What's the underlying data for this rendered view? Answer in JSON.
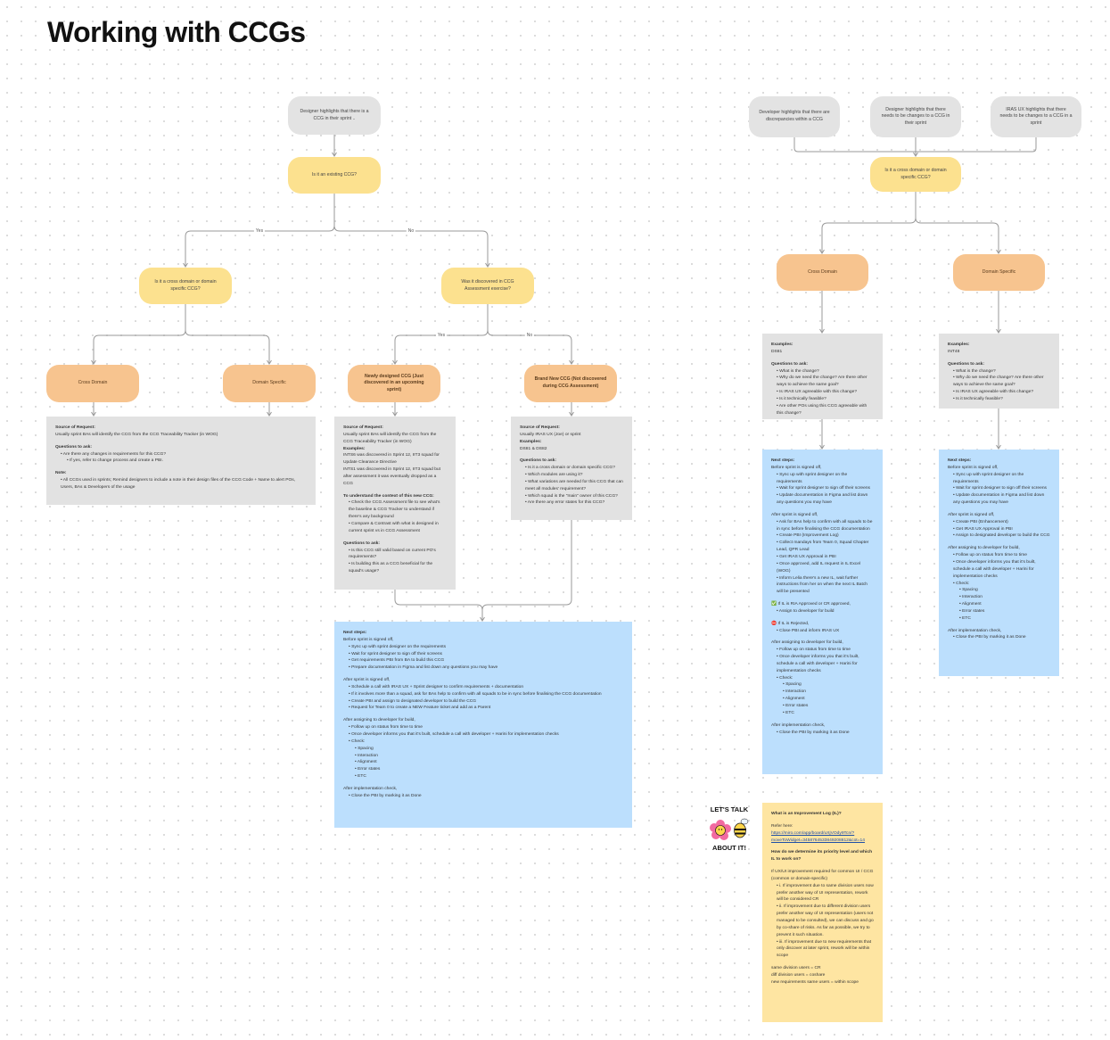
{
  "title": "Working with CCGs",
  "left_flow": {
    "start": "Designer highlights that there is a CCG in their sprint ..",
    "q_existing": "Is it an existing CCG?",
    "yes": "Yes",
    "no": "No",
    "q_cross": "Is it a cross domain or domain specific CCG?",
    "q_discovered": "Was it discovered in CCG Assessment exercise?",
    "cross_domain": "Cross Domain",
    "domain_specific": "Domain Specific",
    "newly_designed": "Newly designed CCG (Just discovered in an upcoming sprint)",
    "brand_new": "Brand New CCG (Not discovered during CCG Assessment)",
    "existing_card": [
      {
        "t": "Source of Request:",
        "c": "b"
      },
      {
        "t": "Usually sprint BAs will identify the CCG from the CCG Traceability Tracker (in WOG)",
        "c": ""
      },
      {
        "t": "",
        "c": "sp"
      },
      {
        "t": "Questions to ask:",
        "c": "b"
      },
      {
        "t": "• Are there any changes in requirements for this CCG?",
        "c": "i1"
      },
      {
        "t": "• If yes, refer to change process and create a PBI.",
        "c": "i2"
      },
      {
        "t": "",
        "c": "sp"
      },
      {
        "t": "Note:",
        "c": "b"
      },
      {
        "t": "• All CCGs used in sprints; Remind designers to include a note in their design files of the CCG Code + Name to alert POs, Users, BAs & Developers of the usage",
        "c": "i1"
      }
    ],
    "newly_card": [
      {
        "t": "Source of Request:",
        "c": "b"
      },
      {
        "t": "Usually sprint BAs will identify the CCG from the CCG Traceability Tracker (in WOG)",
        "c": ""
      },
      {
        "t": "Examples:",
        "c": "b"
      },
      {
        "t": "INTS6 was discovered in Sprint 12, IIT3 squad for Update Clearance Directive",
        "c": ""
      },
      {
        "t": "INTS1 was discovered in Sprint 12, IIT3 squad but after assessment it was eventually dropped as a CCG",
        "c": ""
      },
      {
        "t": "",
        "c": "sp"
      },
      {
        "t": "To understand the context of this new CCG:",
        "c": "b"
      },
      {
        "t": "• Check the CCG Assessment file to see what's the baseline & CCG Tracker to understand if there's any background",
        "c": "i1"
      },
      {
        "t": "• Compare & Contrast with what is designed in current sprint vs in CCG Assessment",
        "c": "i1"
      },
      {
        "t": "",
        "c": "sp"
      },
      {
        "t": "Questions to ask:",
        "c": "b"
      },
      {
        "t": "• Is this CCG still valid based on current PO's requirements?",
        "c": "i1"
      },
      {
        "t": "• Is building this as a CCG beneficial for the squad's usage?",
        "c": "i1"
      }
    ],
    "brand_card": [
      {
        "t": "Source of Request:",
        "c": "b"
      },
      {
        "t": "Usually IRAS UX (Joe) or sprint",
        "c": ""
      },
      {
        "t": "Examples:",
        "c": "b"
      },
      {
        "t": "DS81 & DS82",
        "c": ""
      },
      {
        "t": "",
        "c": "sp"
      },
      {
        "t": "Questions to ask:",
        "c": "b"
      },
      {
        "t": "• Is it a cross domain or domain specific CCG?",
        "c": "i1"
      },
      {
        "t": "• Which modules are using it?",
        "c": "i1"
      },
      {
        "t": "• What variations are needed for this CCG that can meet all modules' requirement?",
        "c": "i1"
      },
      {
        "t": "• Which squad is the \"main\" owner of this CCG?",
        "c": "i1"
      },
      {
        "t": "• Are there any error states for this CCG?",
        "c": "i1"
      }
    ],
    "next_card": [
      {
        "t": "Next steps:",
        "c": "b"
      },
      {
        "t": "Before sprint is signed off,",
        "c": ""
      },
      {
        "t": "• Sync up with sprint designer on the requirements",
        "c": "i1"
      },
      {
        "t": "• Wait for sprint designer to sign off their screens",
        "c": "i1"
      },
      {
        "t": "• Get requirements PBI from BA to build this CCG",
        "c": "i1"
      },
      {
        "t": "• Prepare documentation in Figma and list down any questions you may have",
        "c": "i1"
      },
      {
        "t": "",
        "c": "sp"
      },
      {
        "t": "After sprint is signed off,",
        "c": ""
      },
      {
        "t": "• Schedule a call with IRAS UX + Sprint designer to confirm requirements + documentation",
        "c": "i1"
      },
      {
        "t": "• If it involves more than a squad, ask for BAs help to confirm with all squads to be in sync before finalising the CCG documentation",
        "c": "i1"
      },
      {
        "t": "• Create PBI and assign to designated developer to build the CCG",
        "c": "i1"
      },
      {
        "t": "• Request for Team 0 to create a NEW Feature ticket and add as a Parent",
        "c": "i1"
      },
      {
        "t": "",
        "c": "sp"
      },
      {
        "t": "After assigning to developer for build,",
        "c": ""
      },
      {
        "t": "• Follow up on status from time to time",
        "c": "i1"
      },
      {
        "t": "• Once developer informs you that it's built, schedule a call with developer + Harini for implementation checks",
        "c": "i1"
      },
      {
        "t": "• Check:",
        "c": "i1"
      },
      {
        "t": "• Spacing",
        "c": "i2"
      },
      {
        "t": "• Interaction",
        "c": "i2"
      },
      {
        "t": "• Alignment",
        "c": "i2"
      },
      {
        "t": "• Error states",
        "c": "i2"
      },
      {
        "t": "• ETC",
        "c": "i2"
      },
      {
        "t": "",
        "c": "sp"
      },
      {
        "t": "After implementation check,",
        "c": ""
      },
      {
        "t": "• Close the PBI by marking it as Done",
        "c": "i1"
      }
    ]
  },
  "right_flow": {
    "src_dev": "Developer highlights that there are discrepancies within a CCG",
    "src_designer": "Designer highlights that there needs to be changes to a CCG in their sprint",
    "src_iras": "IRAS UX highlights that there needs to be changes to a CCG in a sprint",
    "q_cross": "Is it a cross domain or domain specific CCG?",
    "cross_domain": "Cross Domain",
    "domain_specific": "Domain Specific",
    "cross_examples": [
      {
        "t": "Examples:",
        "c": "b"
      },
      {
        "t": "DS81",
        "c": ""
      },
      {
        "t": "",
        "c": "sp"
      },
      {
        "t": "Questions to ask:",
        "c": "b"
      },
      {
        "t": "• What is the change?",
        "c": "i1"
      },
      {
        "t": "• Why do we need the change? Are there other ways to achieve the same goal?",
        "c": "i1"
      },
      {
        "t": "• Is IRAS UX agreeable with this change?",
        "c": "i1"
      },
      {
        "t": "• Is it technically feasible?",
        "c": "i1"
      },
      {
        "t": "• Are other POs using this CCG agreeable with this change?",
        "c": "i1"
      }
    ],
    "domain_examples": [
      {
        "t": "Examples:",
        "c": "b"
      },
      {
        "t": "INT48",
        "c": ""
      },
      {
        "t": "",
        "c": "sp"
      },
      {
        "t": "Questions to ask:",
        "c": "b"
      },
      {
        "t": "• What is the change?",
        "c": "i1"
      },
      {
        "t": "• Why do we need the change? Are there other ways to achieve the same goal?",
        "c": "i1"
      },
      {
        "t": "• Is IRAS UX agreeable with this change?",
        "c": "i1"
      },
      {
        "t": "• Is it technically feasible?",
        "c": "i1"
      }
    ],
    "cross_next": [
      {
        "t": "Next steps:",
        "c": "b"
      },
      {
        "t": "Before sprint is signed off,",
        "c": ""
      },
      {
        "t": "• Sync up with sprint designer on the requirements",
        "c": "i1"
      },
      {
        "t": "• Wait for sprint designer to sign off their screens",
        "c": "i1"
      },
      {
        "t": "• Update documentation in Figma and list down any questions you may have",
        "c": "i1"
      },
      {
        "t": "",
        "c": "sp"
      },
      {
        "t": "After sprint is signed off,",
        "c": ""
      },
      {
        "t": "• Ask for BAs help to confirm with all squads to be in sync before finalising the CCG documentation",
        "c": "i1"
      },
      {
        "t": "• Create PBI (Improvement Log)",
        "c": "i1"
      },
      {
        "t": "• Collect mandays from Team 0, Squad Chapter Lead, QPR Lead",
        "c": "i1"
      },
      {
        "t": "• Get IRAS UX Approval in PBI",
        "c": "i1"
      },
      {
        "t": "• Once approved, add IL request in IL Excel (WOG)",
        "c": "i1"
      },
      {
        "t": "• Inform Lelia there's a new IL, wait further instructions from her on when the next IL Batch will be presented",
        "c": "i1"
      },
      {
        "t": "",
        "c": "sp"
      },
      {
        "t": "✅ If IL is RIA Approved or CR approved,",
        "c": ""
      },
      {
        "t": "• Assign to developer for build",
        "c": "i1"
      },
      {
        "t": "",
        "c": "sp"
      },
      {
        "t": "⛔ If IL is Rejected,",
        "c": ""
      },
      {
        "t": "• Close PBI and inform IRAS UX",
        "c": "i1"
      },
      {
        "t": "",
        "c": "sp"
      },
      {
        "t": "After assigning to developer for build,",
        "c": ""
      },
      {
        "t": "• Follow up on status from time to time",
        "c": "i1"
      },
      {
        "t": "• Once developer informs you that it's built, schedule a call with developer + Harini for implementation checks",
        "c": "i1"
      },
      {
        "t": "• Check:",
        "c": "i1"
      },
      {
        "t": "• Spacing",
        "c": "i2"
      },
      {
        "t": "• Interaction",
        "c": "i2"
      },
      {
        "t": "• Alignment",
        "c": "i2"
      },
      {
        "t": "• Error states",
        "c": "i2"
      },
      {
        "t": "• ETC",
        "c": "i2"
      },
      {
        "t": "",
        "c": "sp"
      },
      {
        "t": "After implementation check,",
        "c": ""
      },
      {
        "t": "• Close the PBI by marking it as Done",
        "c": "i1"
      }
    ],
    "domain_next": [
      {
        "t": "Next steps:",
        "c": "b"
      },
      {
        "t": "Before sprint is signed off,",
        "c": ""
      },
      {
        "t": "• Sync up with sprint designer on the requirements",
        "c": "i1"
      },
      {
        "t": "• Wait for sprint designer to sign off their screens",
        "c": "i1"
      },
      {
        "t": "• Update documentation in Figma and list down any questions you may have",
        "c": "i1"
      },
      {
        "t": "",
        "c": "sp"
      },
      {
        "t": "After sprint is signed off,",
        "c": ""
      },
      {
        "t": "• Create PBI (Enhancement)",
        "c": "i1"
      },
      {
        "t": "• Get IRAS UX Approval in PBI",
        "c": "i1"
      },
      {
        "t": "• Assign to designated developer to build the CCG",
        "c": "i1"
      },
      {
        "t": "",
        "c": "sp"
      },
      {
        "t": "After assigning to developer for build,",
        "c": ""
      },
      {
        "t": "• Follow up on status from time to time",
        "c": "i1"
      },
      {
        "t": "• Once developer informs you that it's built, schedule a call with developer + Harini for implementation checks",
        "c": "i1"
      },
      {
        "t": "• Check:",
        "c": "i1"
      },
      {
        "t": "• Spacing",
        "c": "i2"
      },
      {
        "t": "• Interaction",
        "c": "i2"
      },
      {
        "t": "• Alignment",
        "c": "i2"
      },
      {
        "t": "• Error states",
        "c": "i2"
      },
      {
        "t": "• ETC",
        "c": "i2"
      },
      {
        "t": "",
        "c": "sp"
      },
      {
        "t": "After implementation check,",
        "c": ""
      },
      {
        "t": "• Close the PBI by marking it as Done",
        "c": "i1"
      }
    ]
  },
  "sticky_note": [
    {
      "t": "What is an Improvement Log (IL)?",
      "c": "b"
    },
    {
      "t": "",
      "c": "sp"
    },
    {
      "t": "Refer here:",
      "c": ""
    },
    {
      "t": "https://miro.com/app/board/uXjVOdy9Tcn/?moveToWidget=3458764533849208812&cot=14",
      "c": "lnk"
    },
    {
      "t": "",
      "c": "sp"
    },
    {
      "t": "How do we determine its priority level and which IL to work on?",
      "c": "b"
    },
    {
      "t": "",
      "c": "sp"
    },
    {
      "t": "If UX/UI improvement required for common UI / CCG (common or domain-specific)",
      "c": ""
    },
    {
      "t": "• i. If improvement due to same division users now prefer another way of UI representation, rework will be considered CR",
      "c": "i1"
    },
    {
      "t": "• ii. If improvement due to different division users prefer another way of UI representation (users not managed to be consulted), we can discuss and go by co-share of risks. As far as possible, we try to prevent it such situation.",
      "c": "i1"
    },
    {
      "t": "• iii. If improvement due to new requirements that only discover at later sprint, rework will be within scope",
      "c": "i1"
    },
    {
      "t": "",
      "c": "sp"
    },
    {
      "t": "same division users = CR",
      "c": ""
    },
    {
      "t": "diff division users = coshare",
      "c": ""
    },
    {
      "t": "new requirements same users = within scope",
      "c": ""
    }
  ],
  "sticker": {
    "line1": "LET'S TALK",
    "line2": "ABOUT IT!"
  },
  "colors": {
    "grey": "#e3e3e3",
    "yellow": "#fce18f",
    "orange": "#f7c48f",
    "blue": "#bcdffd",
    "sticky": "#fee5a2",
    "edge": "#9a9a9a"
  }
}
